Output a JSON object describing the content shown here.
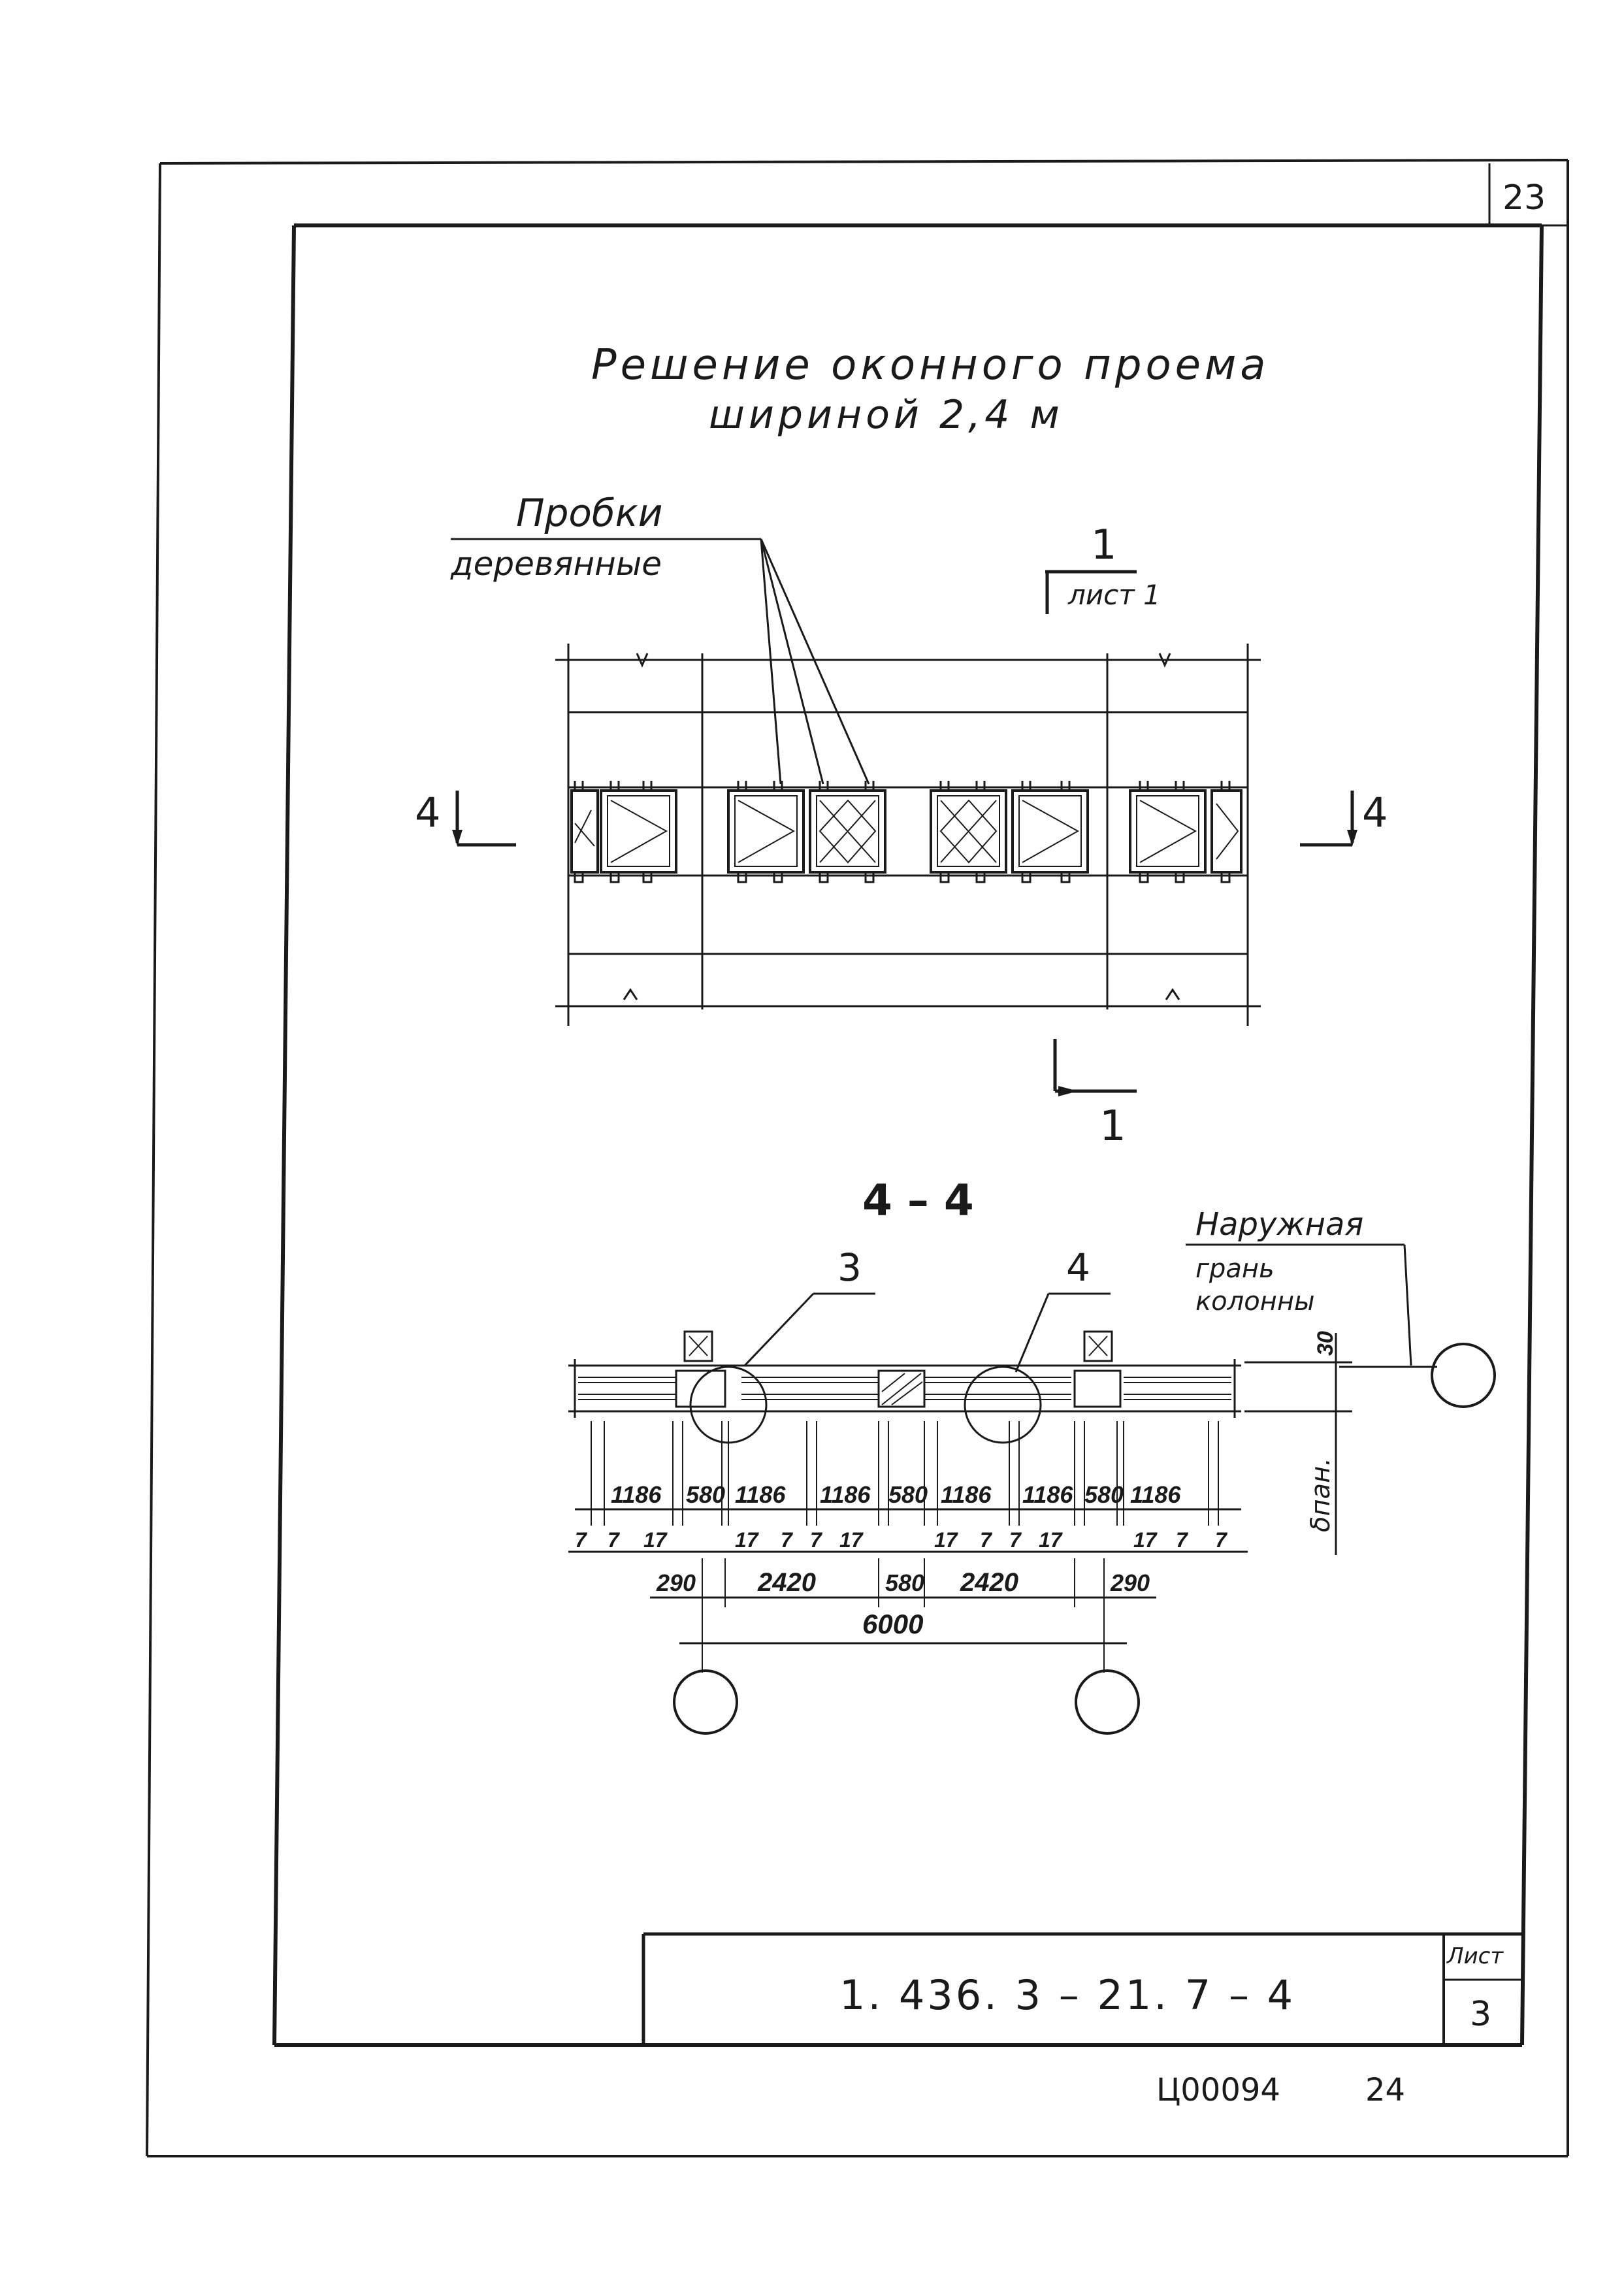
{
  "page_number_top": "23",
  "title": {
    "line1": "Решение оконного проема",
    "line2": "шириной 2,4 м"
  },
  "plan": {
    "callout_line1": "Пробки",
    "callout_line2": "деревянные",
    "section_1_top_number": "1",
    "section_1_top_sheet": "лист 1",
    "section_1_bottom_number": "1",
    "section_4_left": "4",
    "section_4_right": "4"
  },
  "section": {
    "title": "4 – 4",
    "node_3": "3",
    "node_4": "4",
    "callout_line1": "Наружная",
    "callout_line2": "грань",
    "callout_line3": "колонны",
    "dim_30": "30",
    "dim_panel": "δпан.",
    "dims_row1": [
      "1186",
      "580",
      "1186",
      "1186",
      "580",
      "1186",
      "1186",
      "580",
      "1186"
    ],
    "dims_row2": [
      "7",
      "7",
      "17",
      "17",
      "7",
      "7",
      "17",
      "17",
      "7",
      "7",
      "17",
      "17",
      "7",
      "7"
    ],
    "dims_row3": [
      "290",
      "2420",
      "580",
      "2420",
      "290"
    ],
    "dim_total": "6000"
  },
  "title_block": {
    "code": "1. 436. 3 – 21. 7 – 4",
    "sheet_label": "Лист",
    "sheet_number": "3"
  },
  "footer": {
    "archive_code": "Ц00094",
    "page": "24"
  }
}
